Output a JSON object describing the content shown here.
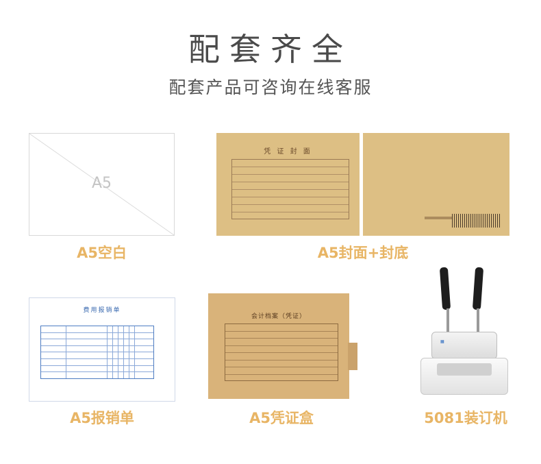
{
  "header": {
    "title": "配套齐全",
    "subtitle": "配套产品可咨询在线客服"
  },
  "products": [
    {
      "caption": "A5空白",
      "placeholder_text": "A5"
    },
    {
      "caption": "A5封面+封底",
      "cover_title": "凭 证 封 面"
    },
    {
      "caption": "A5报销单",
      "form_title": "费用报销单"
    },
    {
      "caption": "A5凭证盒",
      "box_title": "会计档案（凭证）"
    },
    {
      "caption": "5081装订机"
    }
  ],
  "colors": {
    "caption": "#e8b565",
    "kraft": "#ddbf84",
    "form_blue": "#3a6ab0"
  }
}
